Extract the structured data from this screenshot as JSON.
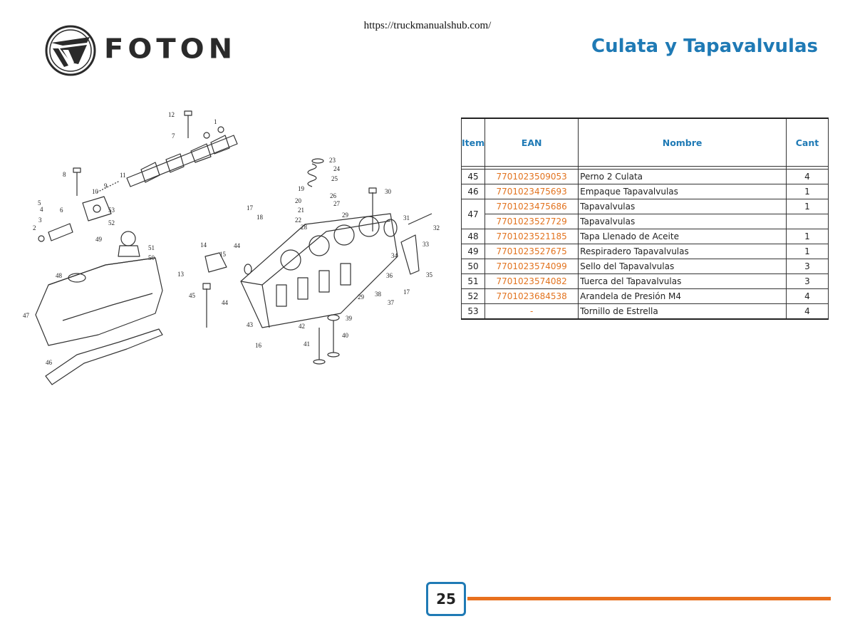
{
  "header": {
    "url": "https://truckmanualshub.com/",
    "logo_text": "FOTON",
    "title": "Culata y Tapavalvulas"
  },
  "diagram": {
    "callouts": [
      "1",
      "2",
      "3",
      "4",
      "5",
      "6",
      "7",
      "8",
      "9",
      "10",
      "11",
      "12",
      "13",
      "14",
      "15",
      "16",
      "17",
      "18",
      "19",
      "20",
      "21",
      "22",
      "23",
      "24",
      "25",
      "26",
      "27",
      "28",
      "29",
      "30",
      "31",
      "32",
      "33",
      "34",
      "35",
      "36",
      "37",
      "38",
      "39",
      "40",
      "41",
      "42",
      "43",
      "44",
      "45",
      "46",
      "47",
      "48",
      "49",
      "50",
      "51",
      "52",
      "53"
    ]
  },
  "table": {
    "headers": {
      "item": "Item",
      "ean": "EAN",
      "nombre": "Nombre",
      "cant": "Cant"
    },
    "rows": [
      {
        "item": "45",
        "ean": "7701023509053",
        "nombre": "Perno 2 Culata",
        "cant": "4"
      },
      {
        "item": "46",
        "ean": "7701023475693",
        "nombre": "Empaque Tapavalvulas",
        "cant": "1"
      },
      {
        "item": "47",
        "ean": "7701023475686",
        "nombre": "Tapavalvulas",
        "cant": "1"
      },
      {
        "item": "",
        "ean": "7701023527729",
        "nombre": "Tapavalvulas",
        "cant": ""
      },
      {
        "item": "48",
        "ean": "7701023521185",
        "nombre": "Tapa Llenado de Aceite",
        "cant": "1"
      },
      {
        "item": "49",
        "ean": "7701023527675",
        "nombre": "Respiradero Tapavalvulas",
        "cant": "1"
      },
      {
        "item": "50",
        "ean": "7701023574099",
        "nombre": "Sello del Tapavalvulas",
        "cant": "3"
      },
      {
        "item": "51",
        "ean": "7701023574082",
        "nombre": "Tuerca del Tapavalvulas",
        "cant": "3"
      },
      {
        "item": "52",
        "ean": "7701023684538",
        "nombre": "Arandela de Presión M4",
        "cant": "4"
      },
      {
        "item": "53",
        "ean": "-",
        "nombre": "Tornillo de Estrella",
        "cant": "4"
      }
    ]
  },
  "footer": {
    "page_number": "25"
  },
  "colors": {
    "accent_blue": "#1f7ab5",
    "ean_orange": "#e2731f",
    "footer_line": "#e8701e"
  }
}
